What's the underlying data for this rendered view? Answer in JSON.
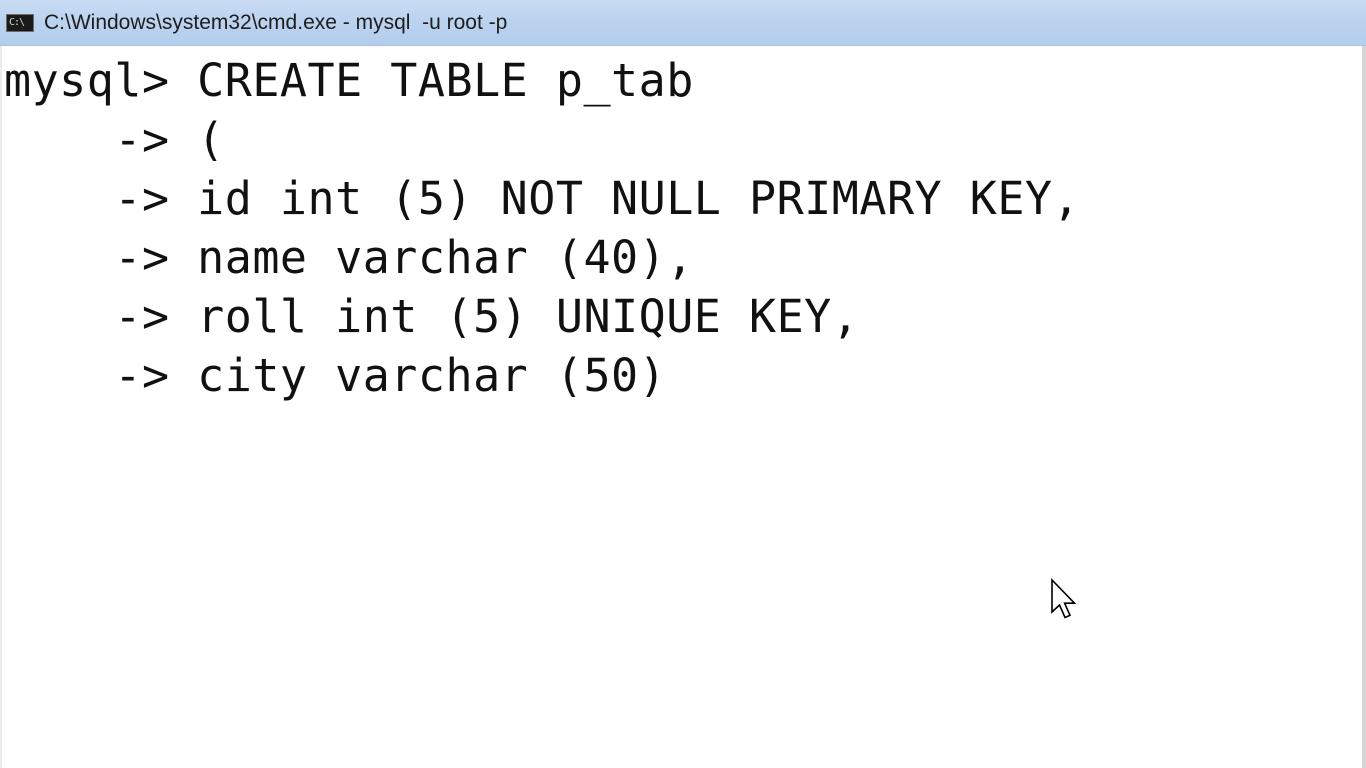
{
  "window": {
    "title": "C:\\Windows\\system32\\cmd.exe - mysql  -u root -p",
    "icon_label": "C:\\",
    "icon": "console-icon"
  },
  "console": {
    "lines": [
      "mysql> CREATE TABLE p_tab",
      "    -> (",
      "    -> id int (5) NOT NULL PRIMARY KEY,",
      "    -> name varchar (40),",
      "    -> roll int (5) UNIQUE KEY,",
      "    -> city varchar (50)"
    ]
  },
  "cursor": {
    "icon": "mouse-pointer-icon"
  }
}
